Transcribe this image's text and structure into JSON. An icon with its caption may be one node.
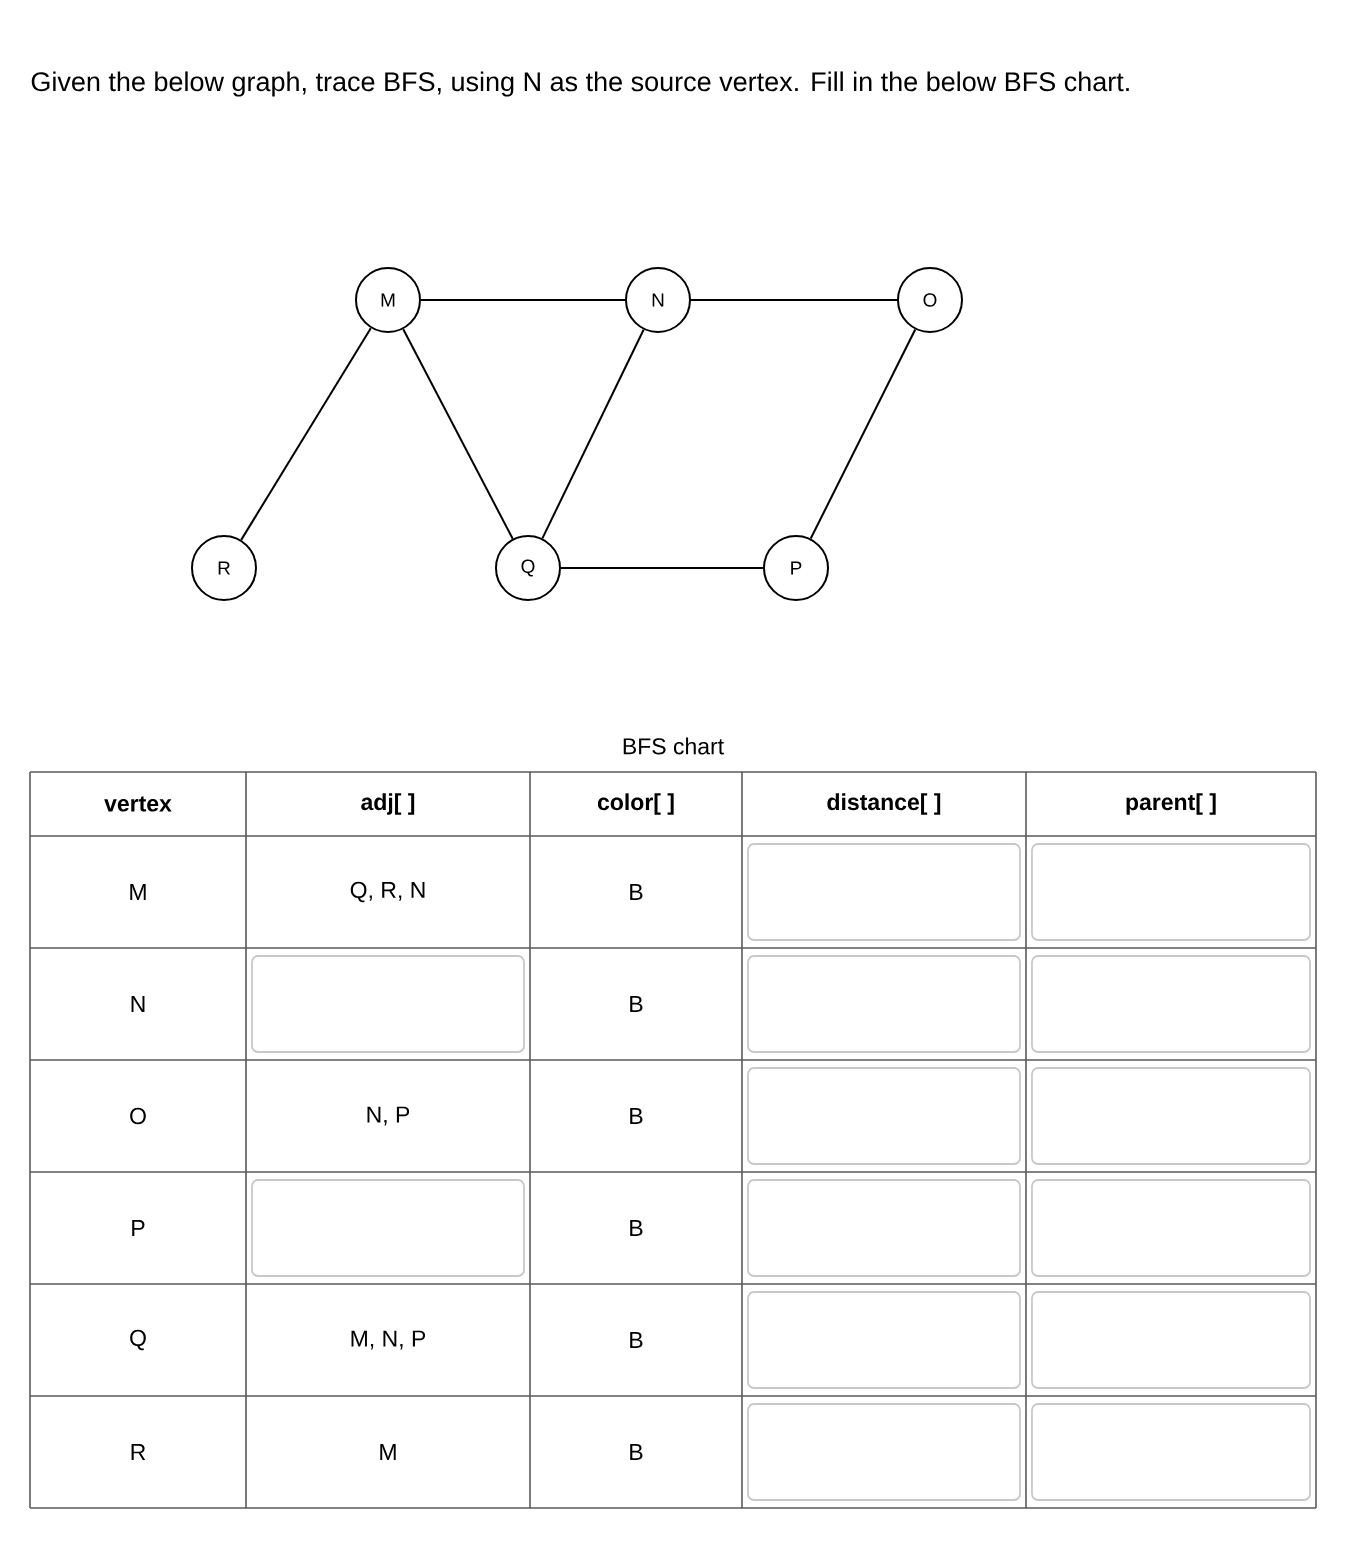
{
  "diagram": {
    "title": "Given the below graph, trace BFS, using N as the source vertex. Fill in the below BFS chart.",
    "nodes": [
      {
        "text": [
          "M"
        ]
      },
      {
        "text": [
          "N"
        ]
      },
      {
        "text": [
          "O"
        ]
      },
      {
        "text": [
          "R"
        ]
      },
      {
        "text": [
          "Q"
        ]
      },
      {
        "text": [
          "P"
        ]
      }
    ],
    "edges": [
      {
        "from": 0,
        "to": 1,
        "arrow": "none"
      },
      {
        "from": 1,
        "to": 2,
        "arrow": "none"
      },
      {
        "from": 0,
        "to": 3,
        "arrow": "none"
      },
      {
        "from": 0,
        "to": 4,
        "arrow": "none"
      },
      {
        "from": 1,
        "to": 4,
        "arrow": "none"
      },
      {
        "from": 2,
        "to": 5,
        "arrow": "none"
      },
      {
        "from": 4,
        "to": 5,
        "arrow": "none"
      }
    ],
    "labels": [
      "BFS chart",
      "vertex",
      "adj[ ]",
      "color[ ]",
      "distance[ ]",
      "parent[ ]",
      "M",
      "Q, R, N",
      "B",
      "N",
      "B",
      "O",
      "N, P",
      "B",
      "P",
      "B",
      "Q",
      "M, N, P",
      "B",
      "R",
      "M",
      "B"
    ]
  }
}
